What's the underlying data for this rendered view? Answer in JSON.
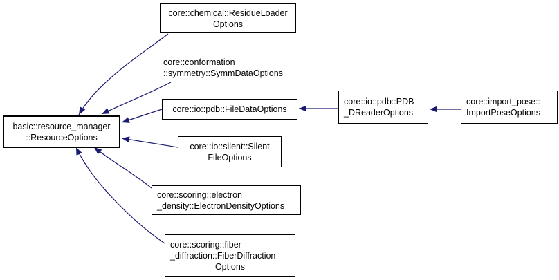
{
  "diagram": {
    "type": "inheritance-graph",
    "background_color": "#ffffff",
    "edge_color": "#191970",
    "node_border_color": "#000000",
    "node_fill_color": "#ffffff",
    "nodes": {
      "resource_options": {
        "lines": [
          "basic::resource_manager",
          "::ResourceOptions"
        ]
      },
      "residue_loader": {
        "lines": [
          "core::chemical::ResidueLoader",
          "Options"
        ]
      },
      "symm_data": {
        "lines": [
          "core::conformation",
          "::symmetry::SymmDataOptions"
        ]
      },
      "file_data": {
        "lines": [
          "core::io::pdb::FileDataOptions"
        ]
      },
      "silent_file": {
        "lines": [
          "core::io::silent::Silent",
          "FileOptions"
        ]
      },
      "electron_density": {
        "lines": [
          "core::scoring::electron",
          "_density::ElectronDensityOptions"
        ]
      },
      "fiber_diffraction": {
        "lines": [
          "core::scoring::fiber",
          "_diffraction::FiberDiffraction",
          "Options"
        ]
      },
      "pdb_dreader": {
        "lines": [
          "core::io::pdb::PDB",
          "_DReaderOptions"
        ]
      },
      "import_pose": {
        "lines": [
          "core::import_pose::",
          "ImportPoseOptions"
        ]
      }
    },
    "edges": [
      {
        "from": "residue_loader",
        "to": "resource_options"
      },
      {
        "from": "symm_data",
        "to": "resource_options"
      },
      {
        "from": "file_data",
        "to": "resource_options"
      },
      {
        "from": "silent_file",
        "to": "resource_options"
      },
      {
        "from": "electron_density",
        "to": "resource_options"
      },
      {
        "from": "fiber_diffraction",
        "to": "resource_options"
      },
      {
        "from": "pdb_dreader",
        "to": "file_data"
      },
      {
        "from": "import_pose",
        "to": "pdb_dreader"
      }
    ]
  }
}
